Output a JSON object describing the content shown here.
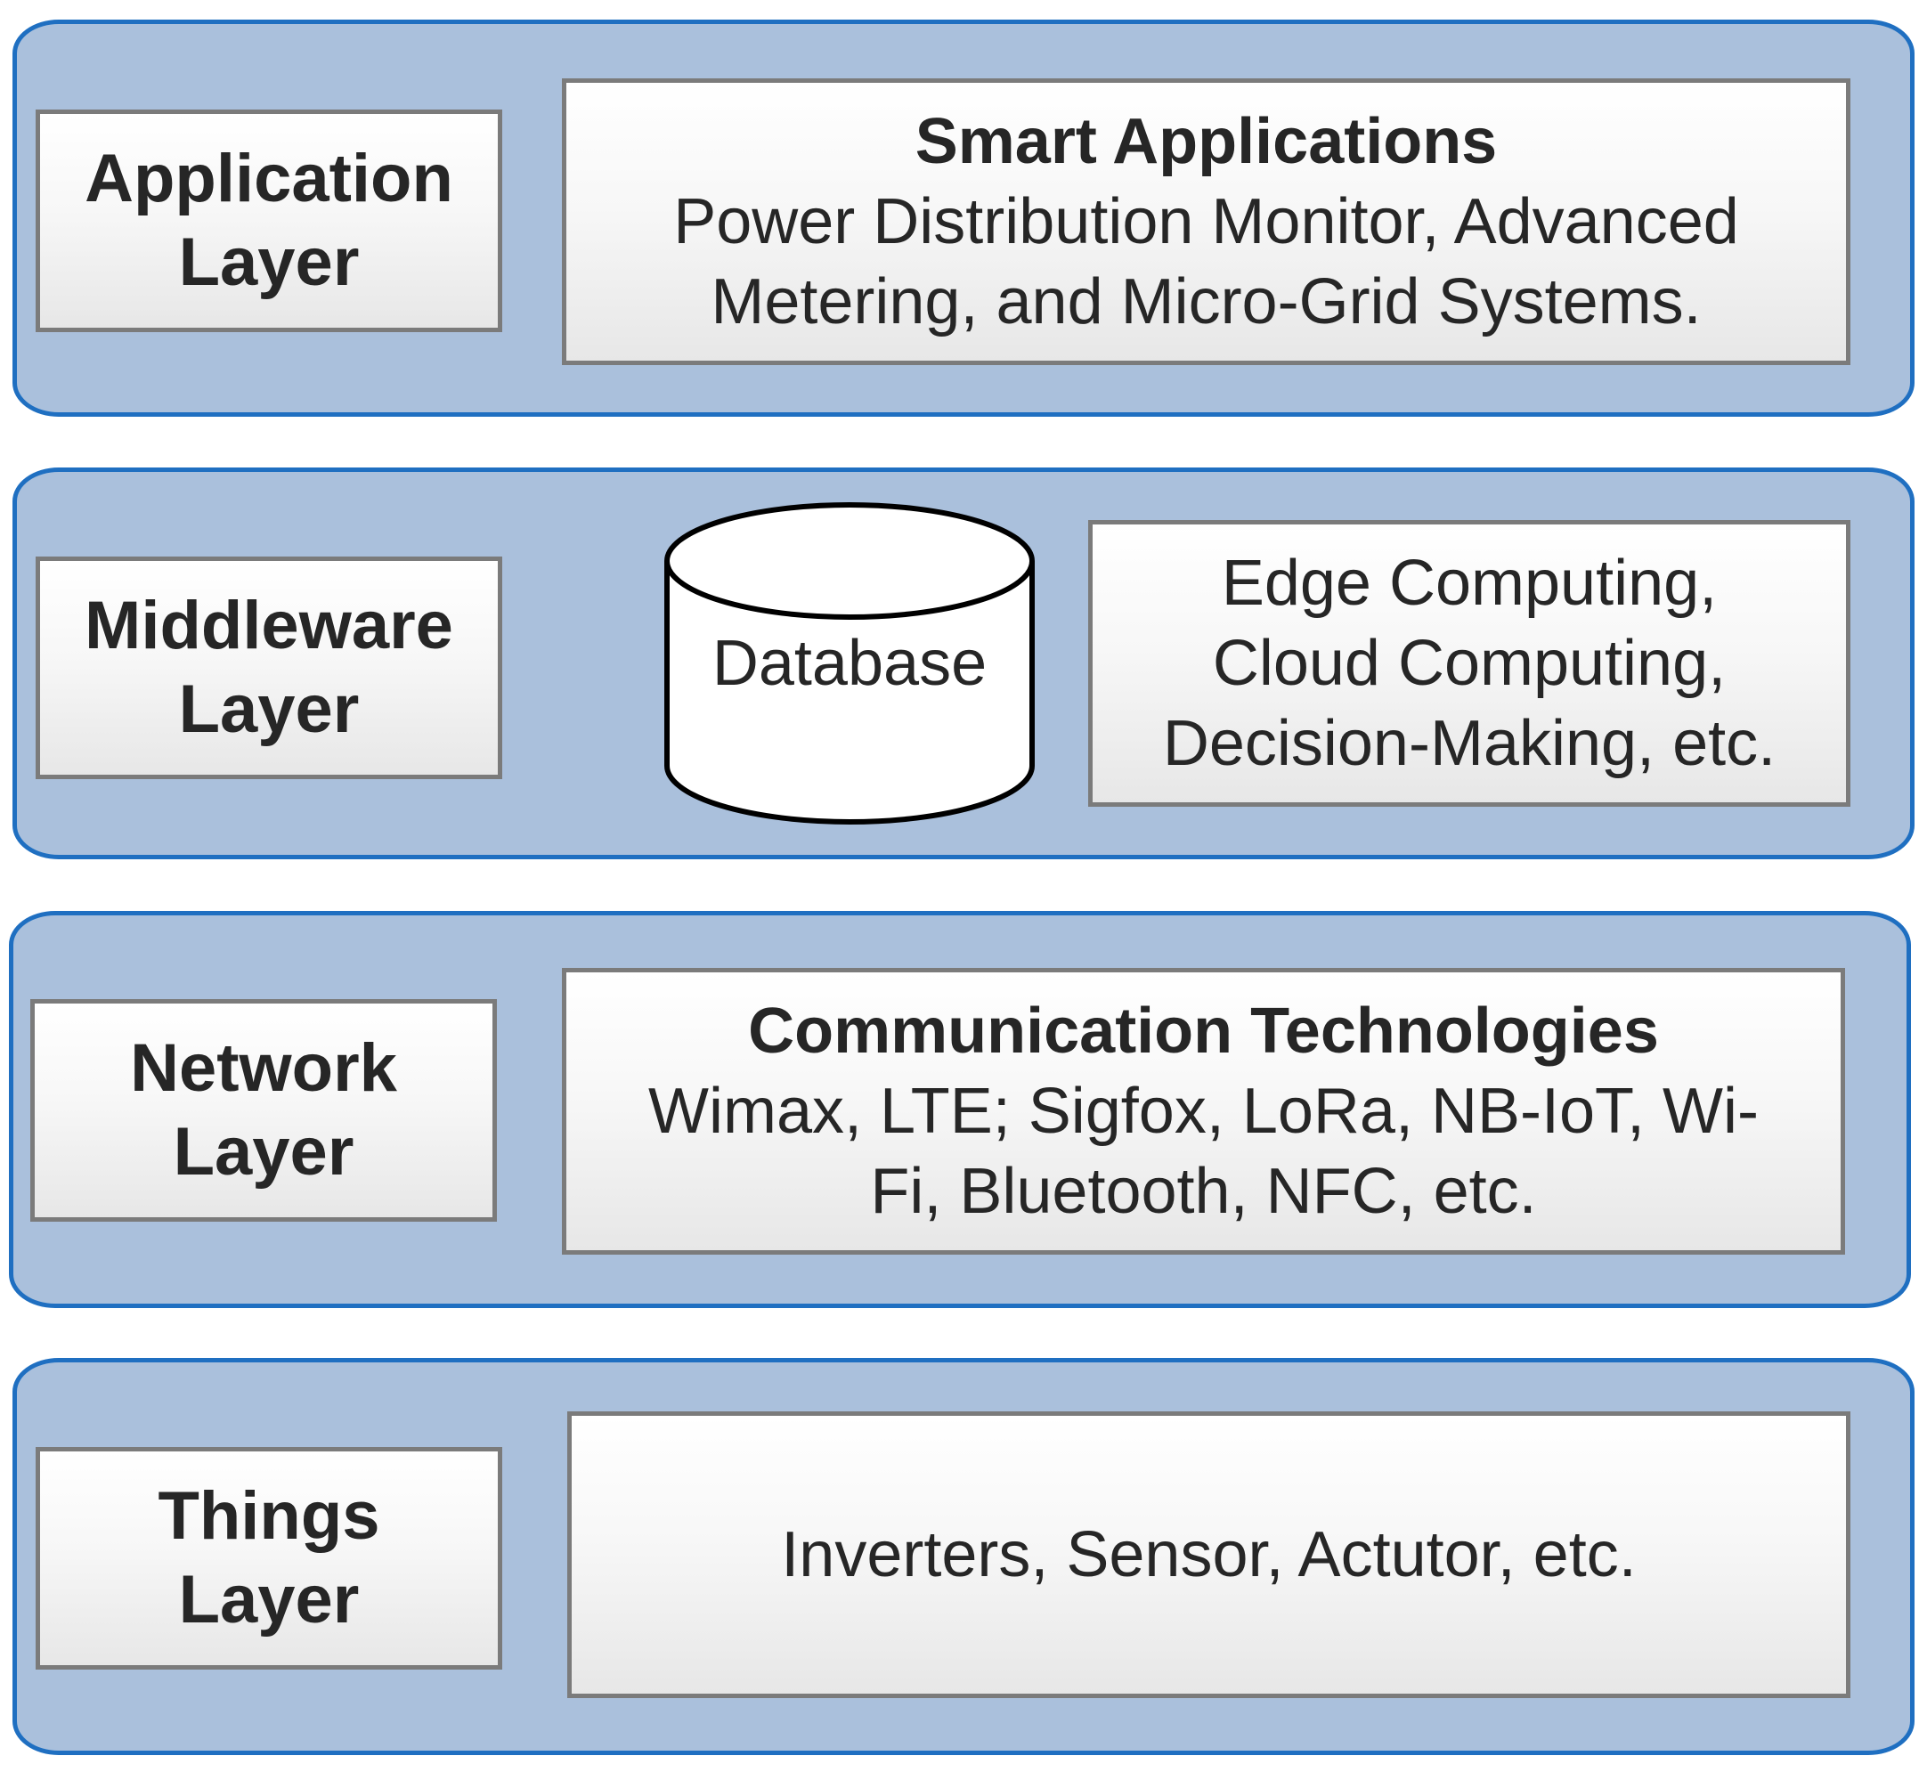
{
  "layers": [
    {
      "id": "application",
      "label_lines": [
        "Application",
        "Layer"
      ],
      "detail_title": "Smart Applications",
      "detail_lines": [
        "Power Distribution Monitor, Advanced",
        "Metering, and Micro-Grid Systems."
      ]
    },
    {
      "id": "middleware",
      "label_lines": [
        "Middleware",
        "Layer"
      ],
      "database_label": "Database",
      "detail_lines": [
        "Edge Computing,",
        "Cloud Computing,",
        "Decision-Making, etc."
      ]
    },
    {
      "id": "network",
      "label_lines": [
        "Network",
        "Layer"
      ],
      "detail_title": "Communication Technologies",
      "detail_lines": [
        "Wimax, LTE; Sigfox, LoRa, NB-IoT, Wi-",
        "Fi, Bluetooth, NFC, etc."
      ]
    },
    {
      "id": "things",
      "label_lines": [
        "Things",
        "Layer"
      ],
      "detail_lines": [
        "Inverters, Sensor, Actutor, etc."
      ]
    }
  ],
  "colors": {
    "band_fill": "#aac0dc",
    "band_border": "#1f6fc1",
    "box_border": "#7b7b7b",
    "text": "#262626"
  }
}
